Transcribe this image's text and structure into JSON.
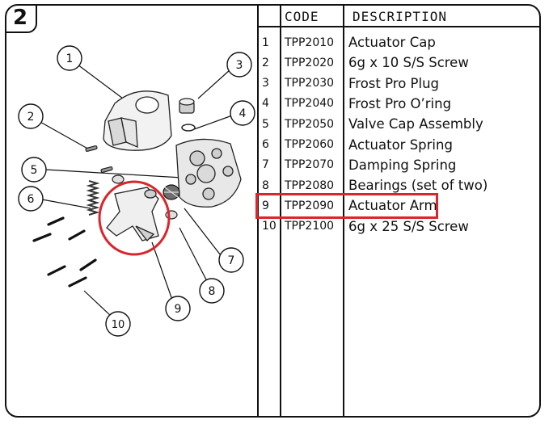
{
  "section_number": "2",
  "table": {
    "headers": {
      "code": "CODE",
      "description": "DESCRIPTION"
    },
    "rows": [
      {
        "num": "1",
        "code": "TPP2010",
        "description": "Actuator Cap"
      },
      {
        "num": "2",
        "code": "TPP2020",
        "description": "6g x 10 S/S Screw"
      },
      {
        "num": "3",
        "code": "TPP2030",
        "description": "Frost Pro Plug"
      },
      {
        "num": "4",
        "code": "TPP2040",
        "description": "Frost Pro O’ring"
      },
      {
        "num": "5",
        "code": "TPP2050",
        "description": "Valve Cap Assembly"
      },
      {
        "num": "6",
        "code": "TPP2060",
        "description": "Actuator Spring"
      },
      {
        "num": "7",
        "code": "TPP2070",
        "description": "Damping Spring"
      },
      {
        "num": "8",
        "code": "TPP2080",
        "description": "Bearings (set of two)"
      },
      {
        "num": "9",
        "code": "TPP2090",
        "description": "Actuator Arm"
      },
      {
        "num": "10",
        "code": "TPP2100",
        "description": "6g x 25 S/S Screw"
      }
    ],
    "highlighted_row": 9
  },
  "diagram": {
    "callouts": [
      "1",
      "2",
      "3",
      "4",
      "5",
      "6",
      "7",
      "8",
      "9",
      "10"
    ],
    "highlight_color": "#d9262c"
  }
}
